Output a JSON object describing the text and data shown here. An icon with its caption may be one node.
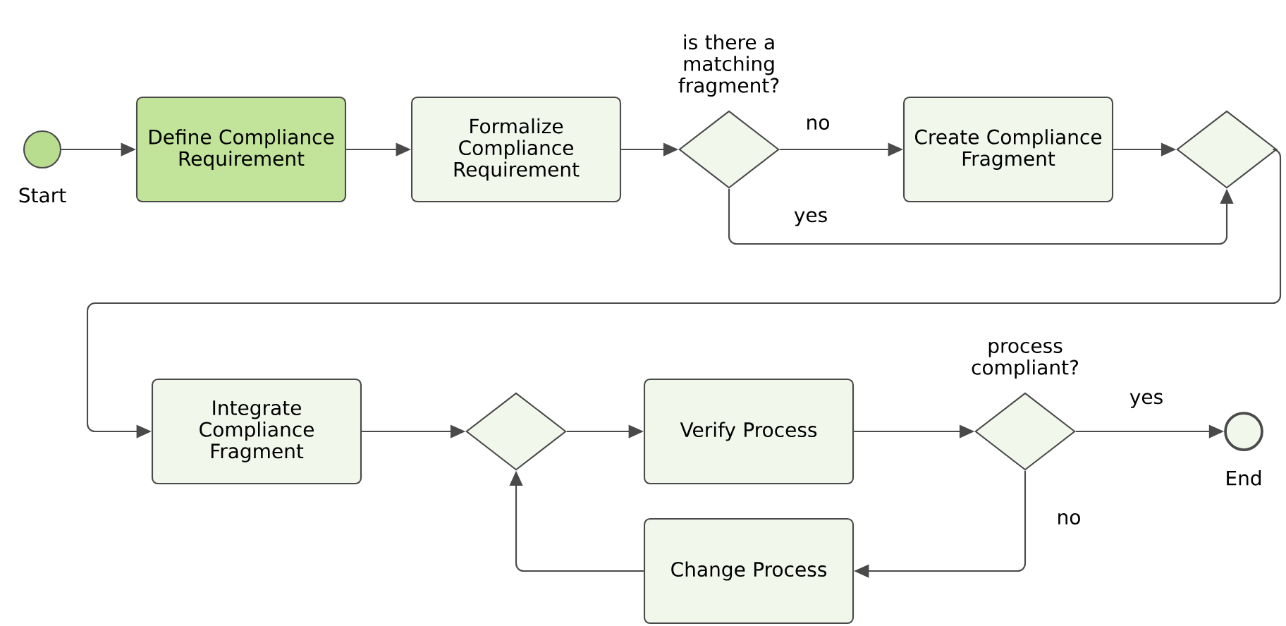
{
  "diagram": {
    "nodes": [
      {
        "text": [],
        "shape": "circle",
        "beside": [
          "Start"
        ]
      },
      {
        "text": [
          "Define Compliance Requirement"
        ]
      },
      {
        "text": [
          "Formalize Compliance Requirement"
        ]
      },
      {
        "text": [],
        "shape": "diamond",
        "beside": [
          "is there a matching fragment?"
        ]
      },
      {
        "text": [
          "Create Compliance Fragment"
        ]
      },
      {
        "text": [],
        "shape": "diamond"
      },
      {
        "text": [
          "Integrate Compliance Fragment"
        ]
      },
      {
        "text": [],
        "shape": "diamond"
      },
      {
        "text": [
          "Verify Process"
        ]
      },
      {
        "text": [],
        "shape": "diamond",
        "beside": [
          "process compliant?"
        ]
      },
      {
        "text": [],
        "shape": "circle",
        "beside": [
          "End"
        ]
      },
      {
        "text": [
          "Change Process"
        ]
      }
    ],
    "edges": [
      {
        "from": 0,
        "to": 1,
        "arrow": "to"
      },
      {
        "from": 1,
        "to": 2,
        "arrow": "to"
      },
      {
        "from": 2,
        "to": 3,
        "arrow": "to"
      },
      {
        "from": 3,
        "to": 4,
        "arrow": "to",
        "label": "no"
      },
      {
        "from": 3,
        "to": 5,
        "arrow": "to",
        "label": "yes"
      },
      {
        "from": 4,
        "to": 5,
        "arrow": "to"
      },
      {
        "from": 5,
        "to": 6,
        "arrow": "to"
      },
      {
        "from": 6,
        "to": 7,
        "arrow": "to"
      },
      {
        "from": 7,
        "to": 8,
        "arrow": "to"
      },
      {
        "from": 8,
        "to": 9,
        "arrow": "to"
      },
      {
        "from": 9,
        "to": 10,
        "arrow": "to",
        "label": "yes"
      },
      {
        "from": 9,
        "to": 11,
        "arrow": "to",
        "label": "no"
      },
      {
        "from": 11,
        "to": 7,
        "arrow": "to"
      }
    ]
  }
}
